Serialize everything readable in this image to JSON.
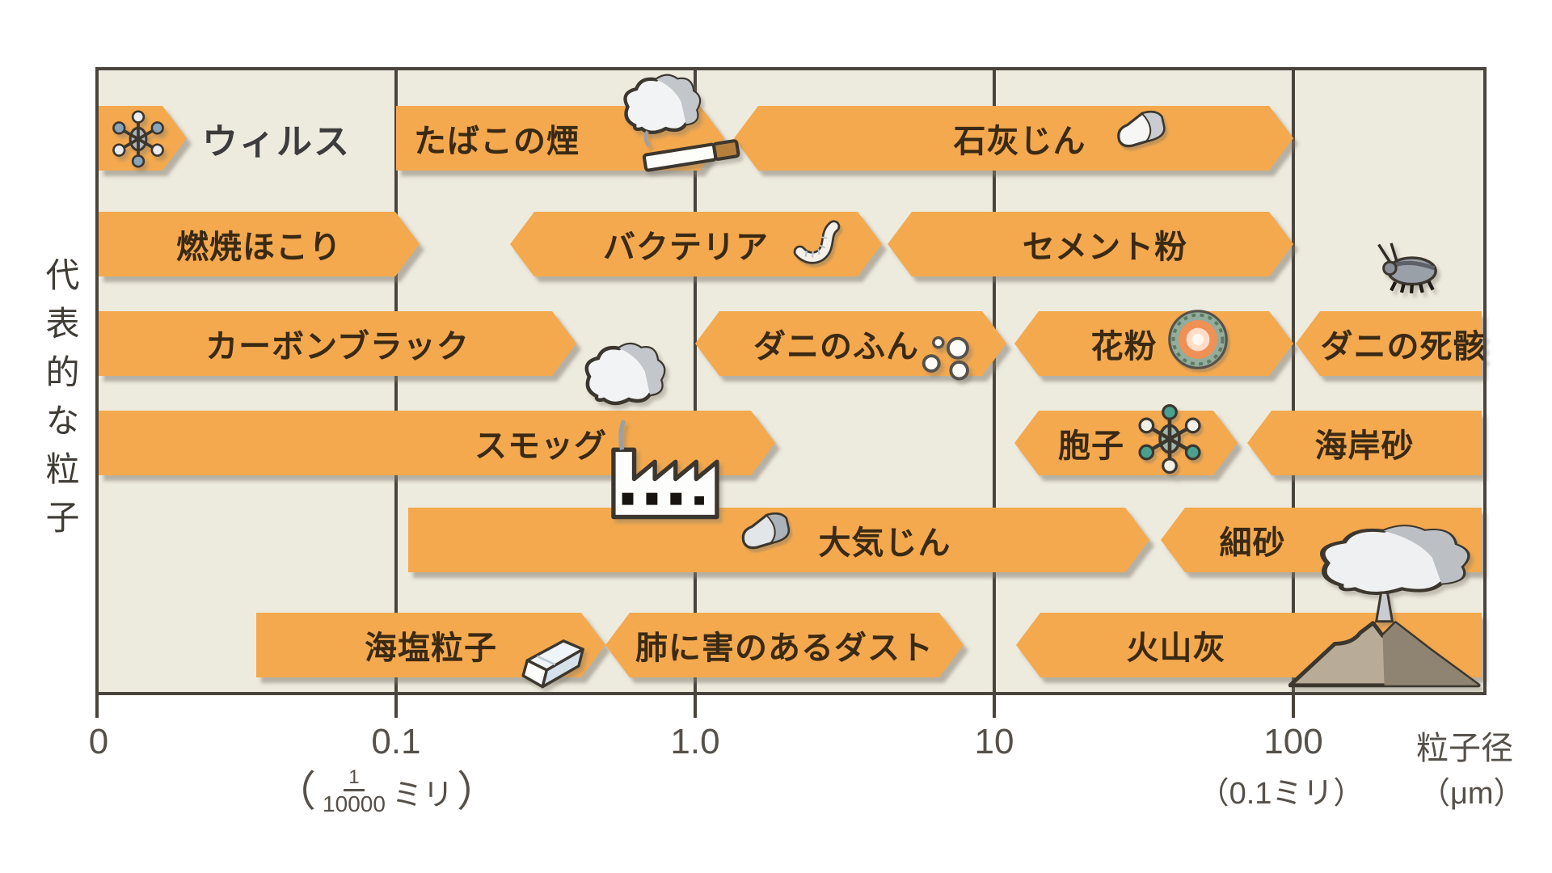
{
  "axis": {
    "y_label": "代表的な粒子",
    "x_title": "粒子径",
    "x_unit": "（μm）",
    "ticks": [
      {
        "label": "0"
      },
      {
        "label": "0.1",
        "note_open": "（",
        "note_frac_num": "1",
        "note_frac_den": "10000",
        "note_unit": "ミリ",
        "note_close": "）"
      },
      {
        "label": "1.0"
      },
      {
        "label": "10"
      },
      {
        "label": "100",
        "note": "（0.1ミリ）"
      }
    ]
  },
  "chart_data": {
    "type": "bar",
    "subtype": "horizontal-log-range",
    "x_scale": "log",
    "x_unit": "μm",
    "xlabel": "粒子径 (μm)",
    "ylabel": "代表的な粒子",
    "x_ticks": [
      "0",
      "0.1",
      "1.0",
      "10",
      "100"
    ],
    "x_tick_notes": {
      "0.1": "(1/10000 ミリ)",
      "100": "(0.1ミリ)"
    },
    "grid": true,
    "series": [
      {
        "id": "virus",
        "label": "ウィルス",
        "icon": "virus-icon",
        "row": 1,
        "range_um": [
          0,
          0.02
        ]
      },
      {
        "id": "tobacco-smoke",
        "label": "たばこの煙",
        "icon": "cigarette-icon",
        "row": 1,
        "range_um": [
          0.1,
          1.25
        ]
      },
      {
        "id": "lime-dust",
        "label": "石灰じん",
        "icon": "flake-icon",
        "row": 1,
        "range_um": [
          1.35,
          100
        ]
      },
      {
        "id": "combustion-dust",
        "label": "燃焼ほこり",
        "icon": null,
        "row": 2,
        "range_um": [
          0,
          0.12
        ]
      },
      {
        "id": "bacteria",
        "label": "バクテリア",
        "icon": "worm-icon",
        "row": 2,
        "range_um": [
          0.24,
          4.2
        ]
      },
      {
        "id": "cement-powder",
        "label": "セメント粉",
        "icon": null,
        "row": 2,
        "range_um": [
          4.4,
          100
        ]
      },
      {
        "id": "carbon-black",
        "label": "カーボンブラック",
        "icon": null,
        "row": 3,
        "range_um": [
          0,
          0.4
        ]
      },
      {
        "id": "mite-feces",
        "label": "ダニのふん",
        "icon": "bubbles-icon",
        "row": 3,
        "range_um": [
          1,
          11
        ]
      },
      {
        "id": "pollen",
        "label": "花粉",
        "icon": "pollen-icon",
        "row": 3,
        "range_um": [
          11.7,
          100
        ]
      },
      {
        "id": "dead-mite",
        "label": "ダニの死骸",
        "icon": "mite-icon",
        "row": 3,
        "range_um": [
          102,
          400
        ]
      },
      {
        "id": "smog",
        "label": "スモッグ",
        "icon": "factory-icon",
        "row": 4,
        "range_um": [
          0,
          1.85
        ]
      },
      {
        "id": "spores",
        "label": "胞子",
        "icon": "spore-icon",
        "row": 4,
        "range_um": [
          11.7,
          65
        ]
      },
      {
        "id": "coastal-sand",
        "label": "海岸砂",
        "icon": null,
        "row": 4,
        "range_um": [
          70,
          400
        ]
      },
      {
        "id": "atmospheric-dust",
        "label": "大気じん",
        "icon": "flake-icon",
        "row": 5,
        "range_um": [
          0.11,
          33
        ]
      },
      {
        "id": "fine-sand",
        "label": "細砂",
        "icon": null,
        "row": 5,
        "range_um": [
          36,
          400
        ]
      },
      {
        "id": "sea-salt",
        "label": "海塩粒子",
        "icon": "salt-icon",
        "row": 6,
        "range_um": [
          0.034,
          0.5
        ]
      },
      {
        "id": "harmful-lung-dust",
        "label": "肺に害のあるダスト",
        "icon": null,
        "row": 6,
        "range_um": [
          0.5,
          7.9
        ]
      },
      {
        "id": "volcanic-ash",
        "label": "火山灰",
        "icon": "volcano-icon",
        "row": 6,
        "range_um": [
          11.8,
          400
        ]
      }
    ]
  },
  "colors": {
    "bar": "#f4a94e",
    "plot_bg": "#edeade",
    "line": "#49443c",
    "bar_text": "#3a2a14",
    "axis_text": "#55504a"
  }
}
